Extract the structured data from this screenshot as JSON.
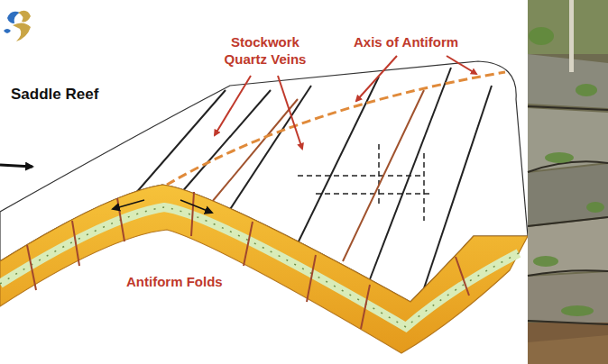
{
  "diagram": {
    "labels": [
      "Saddle Reef",
      "Stockwork Quartz Veins",
      "Axis of Antiform",
      "Antiform Folds"
    ]
  }
}
